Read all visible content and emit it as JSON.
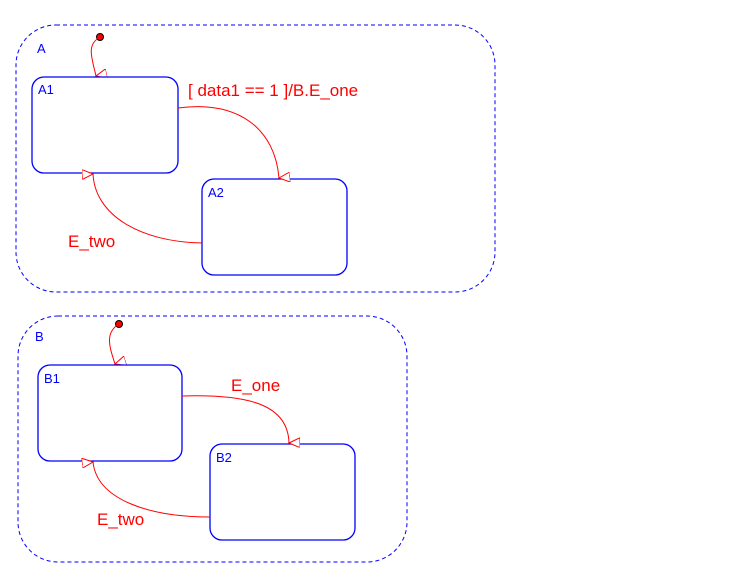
{
  "chart": {
    "states": {
      "A": {
        "label": "A"
      },
      "A1": {
        "label": "A1"
      },
      "A2": {
        "label": "A2"
      },
      "B": {
        "label": "B"
      },
      "B1": {
        "label": "B1"
      },
      "B2": {
        "label": "B2"
      }
    },
    "transitions": {
      "a1_to_a2": {
        "label": "[ data1 == 1 ]/B.E_one"
      },
      "a2_to_a1": {
        "label": "E_two"
      },
      "b1_to_b2": {
        "label": "E_one"
      },
      "b2_to_b1": {
        "label": "E_two"
      }
    },
    "colors": {
      "state": "#0000ff",
      "transition": "#ff0000"
    }
  }
}
